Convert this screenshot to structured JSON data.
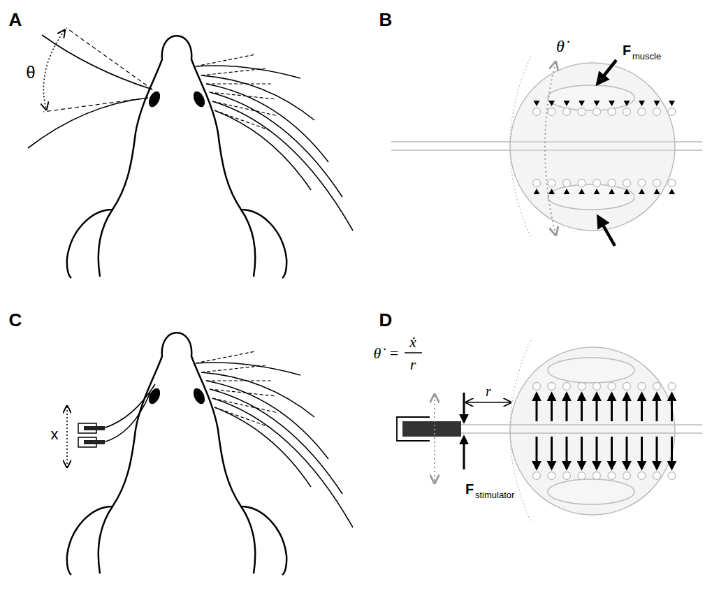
{
  "diagram": {
    "labels": [
      "A",
      "θ",
      "B",
      "θ̇",
      "F",
      "muscle",
      "C",
      "x",
      "D",
      "θ̇",
      "=",
      "ẋ",
      "r",
      "r",
      "F",
      "stimulator"
    ]
  }
}
